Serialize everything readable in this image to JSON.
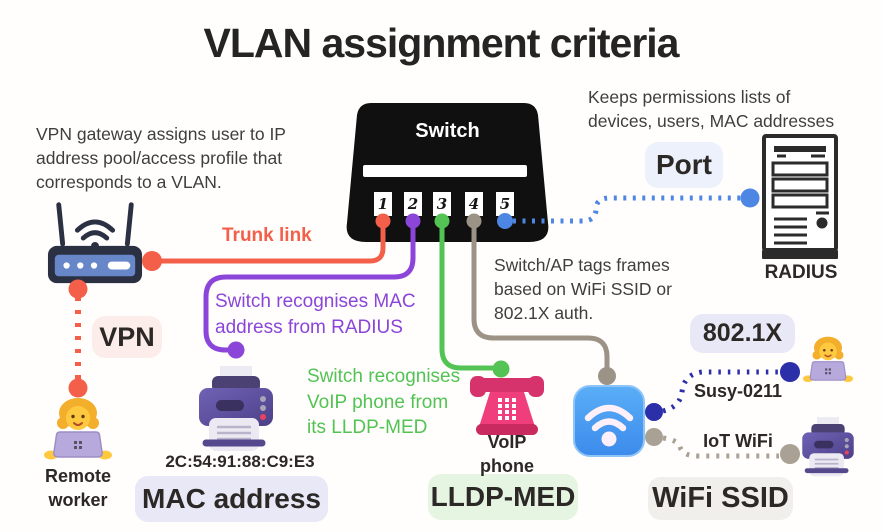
{
  "title": "VLAN assignment criteria",
  "colors": {
    "ink": "#242424",
    "body": "#3f3e3e",
    "red": "#f45f4a",
    "purple": "#8b45d9",
    "green": "#53c353",
    "gray": "#9c9386",
    "blue": "#4e86e3",
    "navy": "#2b2fa8",
    "iotgray": "#a9a294",
    "lavender": "#e9e8f6",
    "bluebadge": "#edf1fc",
    "pink": "#fdedea",
    "greenbadge": "#e6f4e2",
    "graybadge": "#f1efec"
  },
  "notes": {
    "vpn_gateway": "VPN gateway assigns user to IP address pool/access profile that corresponds to a VLAN.",
    "radius_role": "Keeps permissions lists of devices, users, MAC addresses",
    "wifi_tagging": "Switch/AP tags frames based on WiFi SSID or 802.1X auth.",
    "mac_recognition": "Switch recognises MAC address from RADIUS",
    "voip_recognition": "Switch recognises VoIP phone from its LLDP-MED"
  },
  "links": {
    "trunk": "Trunk link",
    "susy_ssid": "Susy-0211",
    "iot_ssid": "IoT WiFi"
  },
  "switch": {
    "label": "Switch",
    "ports": [
      {
        "n": "1"
      },
      {
        "n": "2"
      },
      {
        "n": "3"
      },
      {
        "n": "4"
      },
      {
        "n": "5"
      }
    ]
  },
  "badges": {
    "vpn": "VPN",
    "port": "Port",
    "mac": "MAC address",
    "lldp": "LLDP-MED",
    "wifi": "WiFi SSID",
    "dot1x": "802.1X"
  },
  "devices": {
    "radius": "RADIUS",
    "remote_worker": "Remote worker",
    "voip_phone": "VoIP phone",
    "printer_mac": "2C:54:91:88:C9:E3"
  }
}
